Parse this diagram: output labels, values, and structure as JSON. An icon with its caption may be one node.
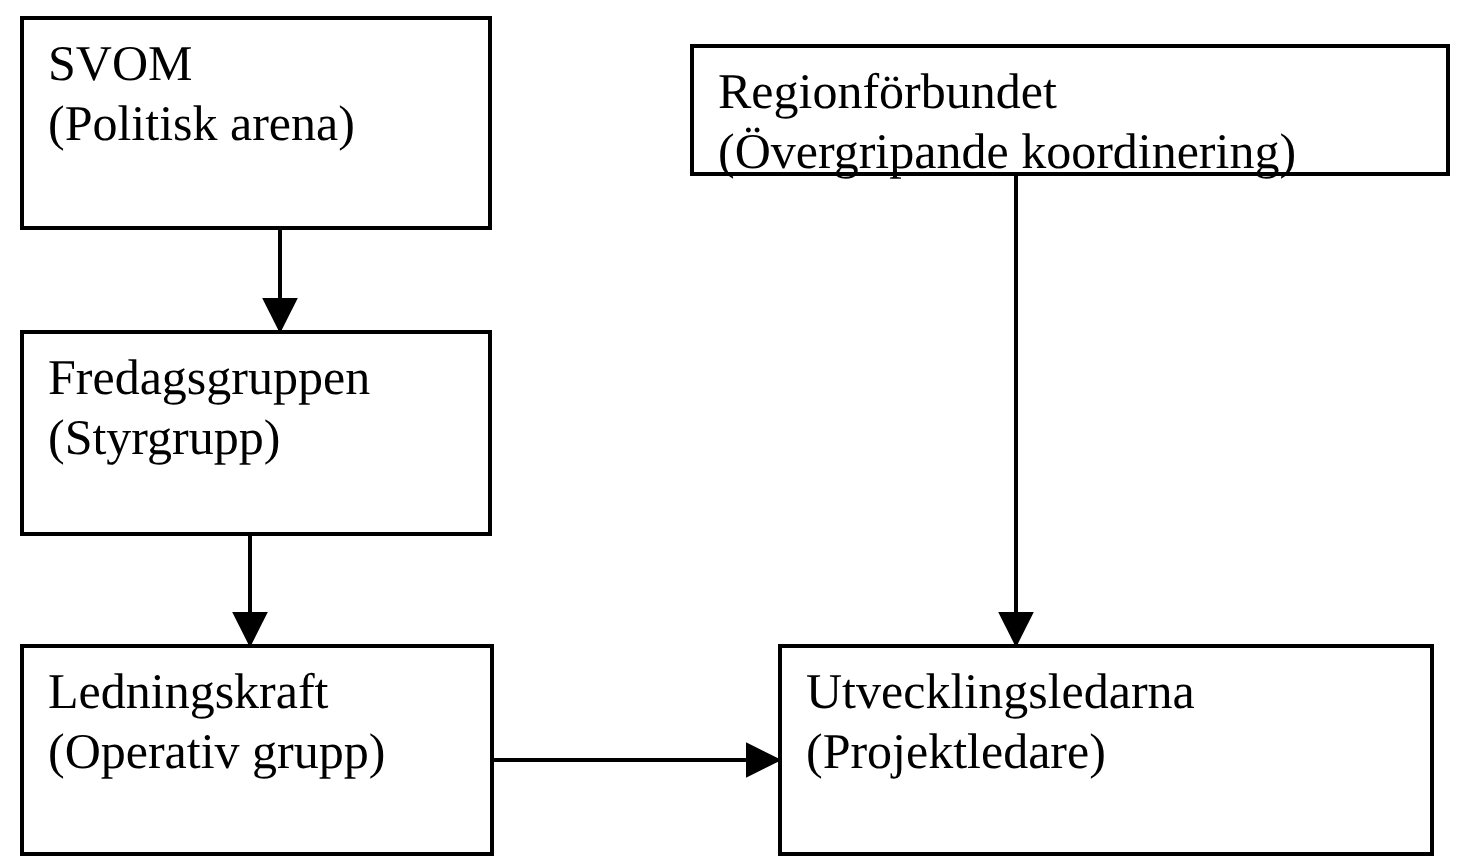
{
  "diagram": {
    "nodes": [
      {
        "text": [
          "SVOM",
          "(Politisk arena)"
        ]
      },
      {
        "text": [
          "Regionförbundet",
          "(Övergripande koordinering)"
        ]
      },
      {
        "text": [
          "Fredagsgruppen",
          "(Styrgrupp)"
        ]
      },
      {
        "text": [
          "Ledningskraft",
          "(Operativ grupp)"
        ]
      },
      {
        "text": [
          "Utvecklingsledarna",
          "(Projektledare)"
        ]
      }
    ],
    "edges": [
      {
        "from": 0,
        "to": 2,
        "arrow": "to"
      },
      {
        "from": 1,
        "to": 4,
        "arrow": "to"
      },
      {
        "from": 2,
        "to": 3,
        "arrow": "to"
      },
      {
        "from": 3,
        "to": 4,
        "arrow": "to"
      }
    ]
  }
}
